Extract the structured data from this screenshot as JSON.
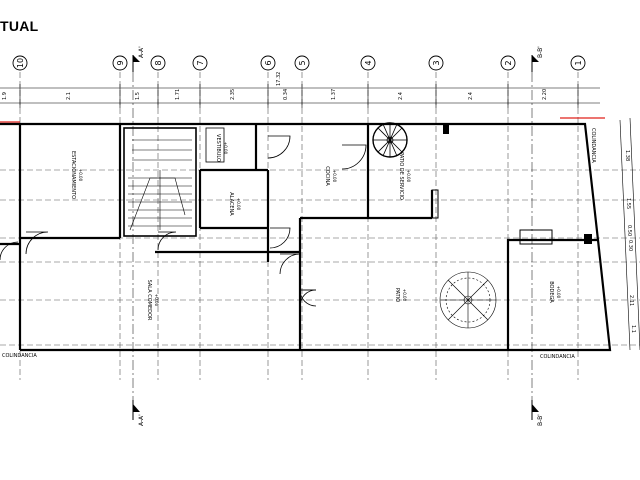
{
  "title": "TUAL",
  "axes": {
    "top": [
      "10",
      "9",
      "8",
      "7",
      "6",
      "5",
      "4",
      "3",
      "2",
      "1"
    ],
    "dimensions": [
      "2.1",
      "1.5",
      "1.71",
      "2.35",
      "0.34",
      "1.37",
      "2.4",
      "2.4",
      "2.20"
    ],
    "small_dims": [
      "1.9",
      "17.32"
    ]
  },
  "section_marks": {
    "aa_top": "A-A'",
    "aa_bottom": "A-A'",
    "bb_top": "B-B'",
    "bb_bottom": "B-B'"
  },
  "rooms": [
    {
      "id": "estacionamiento",
      "label": "ESTACIONAMIENTO",
      "level": "+0.00"
    },
    {
      "id": "vestibulo",
      "label": "VESTIBULO",
      "level": "+0.00"
    },
    {
      "id": "alacena",
      "label": "ALACENA",
      "level": "+0.00"
    },
    {
      "id": "cocina",
      "label": "COCINA",
      "level": "+0.00"
    },
    {
      "id": "patio-servicio",
      "label": "PATIO DE SERVICIO",
      "level": "+0.00"
    },
    {
      "id": "sala-comedor",
      "label": "SALA COMEDOR",
      "level": "+0.00"
    },
    {
      "id": "patio",
      "label": "PATIO",
      "level": "+0.00"
    },
    {
      "id": "bodega",
      "label": "BODEGA",
      "level": "+0.00"
    }
  ],
  "right_dims": [
    "1.38",
    "1.55",
    "0.50",
    "0.30",
    "2.11",
    "1.1"
  ],
  "colindancia": "COLINDANCIA",
  "colors": {
    "line": "#000000",
    "accent": "#e0201b",
    "dash": "#333333"
  }
}
